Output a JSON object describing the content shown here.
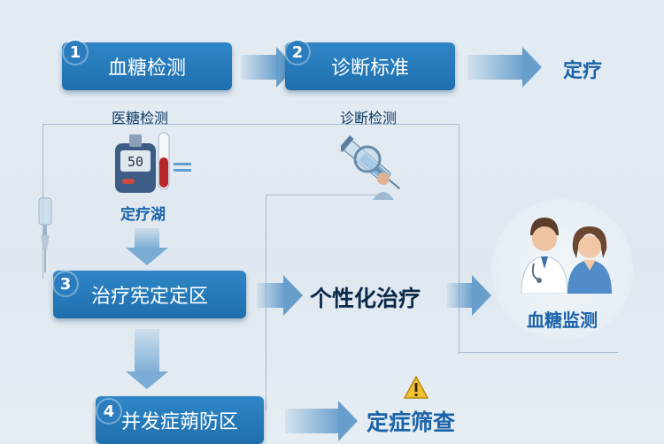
{
  "steps": [
    {
      "num": "1",
      "label": "血糖检测"
    },
    {
      "num": "2",
      "label": "诊断标准"
    },
    {
      "num": "3",
      "label": "治疗宪定定区"
    },
    {
      "num": "4",
      "label": "并发症蒴防区"
    }
  ],
  "top_right_label": "定疗",
  "sub_labels": {
    "glucose_test": "医糖检测",
    "diagnosis_test": "诊断检测",
    "treatment_below_meter": "定疗湖"
  },
  "center_label": "个性化治疗",
  "right_label": "血糖监测",
  "bottom_label": "定症筛查",
  "meter_reading": "50",
  "icons": [
    "glucose-meter-icon",
    "test-tube-icon",
    "syringe-icon",
    "magnifier-icon",
    "doctor-icon",
    "nurse-icon",
    "warning-icon",
    "iv-drip-icon"
  ],
  "colors": {
    "box": "#2379b8",
    "accent_text": "#1b63a8",
    "warning": "#f2c230"
  }
}
